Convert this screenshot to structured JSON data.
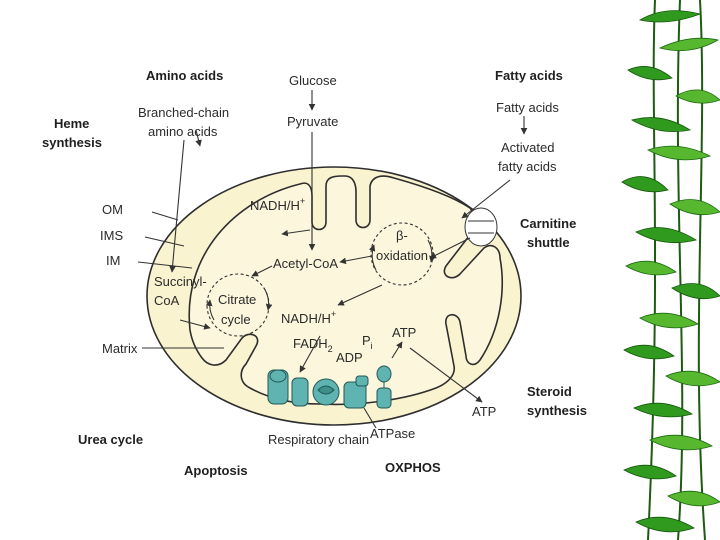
{
  "colors": {
    "membrane_fill": "#faf3cf",
    "membrane_stroke": "#2e2e2e",
    "complex_fill": "#5fb3b0",
    "bamboo_leaf": "#2f9a1d"
  },
  "labels": {
    "amino_acids": "Amino acids",
    "glucose": "Glucose",
    "fatty_acids_title": "Fatty acids",
    "heme_1": "Heme",
    "heme_2": "synthesis",
    "bcaa_1": "Branched-chain",
    "bcaa_2": "amino acids",
    "pyruvate": "Pyruvate",
    "fatty_acids": "Fatty acids",
    "activated_1": "Activated",
    "activated_2": "fatty acids",
    "nadh_top": "NADH/H",
    "nadh_top_sup": "+",
    "om": "OM",
    "ims": "IMS",
    "im": "IM",
    "beta_1": "β-",
    "beta_2": "oxidation",
    "carnitine_1": "Carnitine",
    "carnitine_2": "shuttle",
    "acetyl_coa": "Acetyl-CoA",
    "succinyl_1": "Succinyl-",
    "succinyl_2": "CoA",
    "citrate_1": "Citrate",
    "citrate_2": "cycle",
    "nadh_mid": "NADH/H",
    "nadh_mid_sup": "+",
    "pi": "P",
    "pi_sub": "i",
    "atp_inner": "ATP",
    "fadh2": "FADH",
    "fadh2_sub": "2",
    "adp": "ADP",
    "matrix": "Matrix",
    "steroid_1": "Steroid",
    "steroid_2": "synthesis",
    "atp_right": "ATP",
    "urea_cycle": "Urea cycle",
    "respiratory_chain": "Respiratory chain",
    "atpase": "ATPase",
    "apoptosis": "Apoptosis",
    "oxphos": "OXPHOS"
  }
}
